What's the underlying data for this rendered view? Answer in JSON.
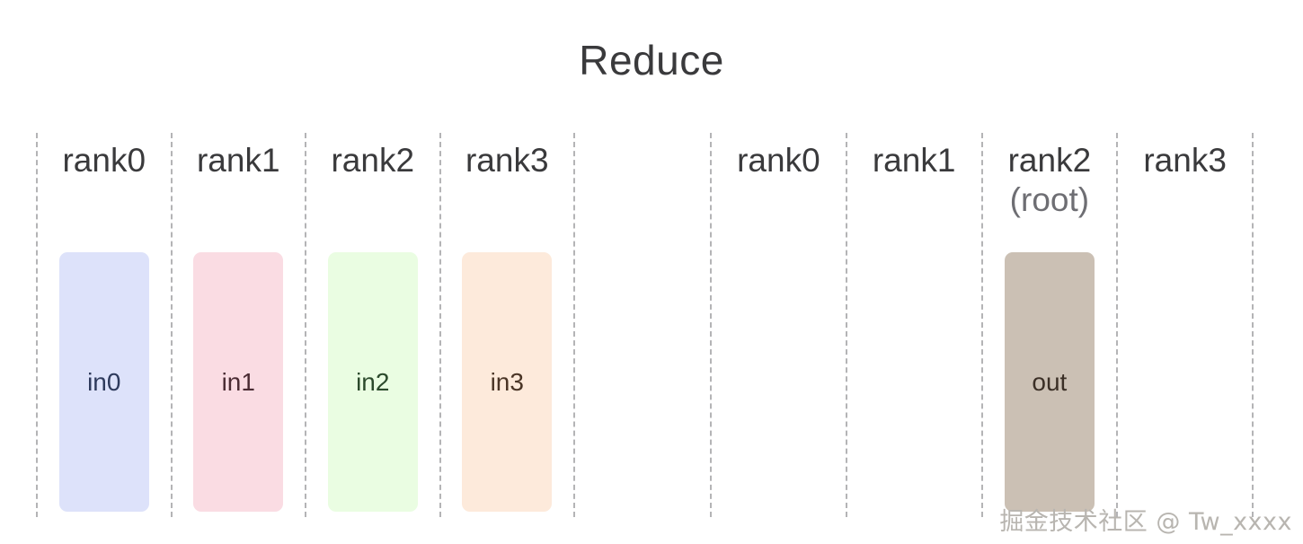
{
  "title": "Reduce",
  "groups": [
    {
      "id": "input-group",
      "columns": [
        {
          "label": "rank0",
          "sublabel": "",
          "box": {
            "text": "in0",
            "fill": "#dde2fa",
            "text_color": "#2e3a5c",
            "visible": true
          }
        },
        {
          "label": "rank1",
          "sublabel": "",
          "box": {
            "text": "in1",
            "fill": "#fadce3",
            "text_color": "#4a2b33",
            "visible": true
          }
        },
        {
          "label": "rank2",
          "sublabel": "",
          "box": {
            "text": "in2",
            "fill": "#eafde2",
            "text_color": "#2c4a2c",
            "visible": true
          }
        },
        {
          "label": "rank3",
          "sublabel": "",
          "box": {
            "text": "in3",
            "fill": "#fdeadb",
            "text_color": "#4a3526",
            "visible": true
          }
        }
      ]
    },
    {
      "id": "output-group",
      "columns": [
        {
          "label": "rank0",
          "sublabel": "",
          "box": {
            "text": "",
            "fill": "",
            "text_color": "",
            "visible": false
          }
        },
        {
          "label": "rank1",
          "sublabel": "",
          "box": {
            "text": "",
            "fill": "",
            "text_color": "",
            "visible": false
          }
        },
        {
          "label": "rank2",
          "sublabel": "(root)",
          "box": {
            "text": "out",
            "fill": "#cbc0b4",
            "text_color": "#3b2f26",
            "visible": true
          }
        },
        {
          "label": "rank3",
          "sublabel": "",
          "box": {
            "text": "",
            "fill": "",
            "text_color": "",
            "visible": false
          }
        }
      ]
    }
  ],
  "watermark": "掘金技术社区 @ Tw_xxxx",
  "colors": {
    "background": "#ffffff",
    "title_text": "#3a3a3c",
    "divider": "#b4b4b6",
    "watermark_text": "#b8b5b0"
  }
}
